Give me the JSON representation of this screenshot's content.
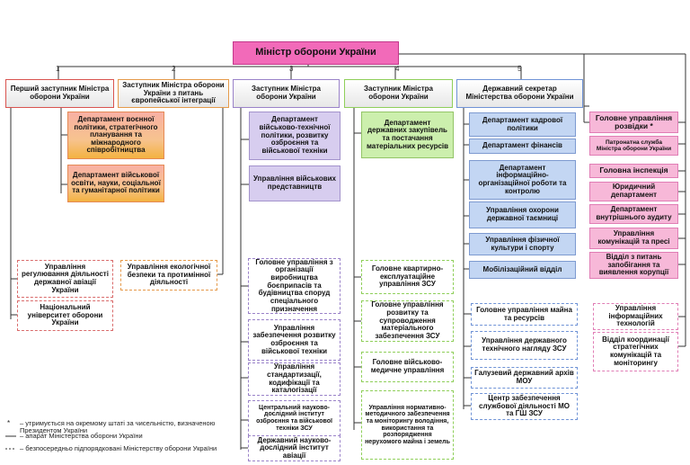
{
  "top": "Міністр оборони України",
  "branch_numbers": [
    "1",
    "2",
    "3",
    "4",
    "5"
  ],
  "deputies": [
    "Перший заступник Міністра оборони України",
    "Заступник Міністра оборони України з питань європейської інтеграції",
    "Заступник Міністра оборони України",
    "Заступник Міністра оборони України",
    "Державний секретар Міністерства оборони України"
  ],
  "col1": {
    "depts": [
      "Департамент воєнної політики, стратегічного планування та міжнародного співробітництва",
      "Департамент військової освіти, науки, соціальної та гуманітарної політики"
    ],
    "subs": [
      "Управління регулювання діяльності державної авіації України",
      "Національний університет оборони України"
    ]
  },
  "col2": {
    "subs": [
      "Управління екологічної безпеки та протимінної діяльності"
    ]
  },
  "col3": {
    "depts": [
      "Департамент військово-технічної політики, розвитку озброєння та військової техніки",
      "Управління військових представництв"
    ],
    "subs": [
      "Головне управління з організації виробництва боєприпасів та будівництва споруд спеціального призначення",
      "Управління забезпечення розвитку озброєння та військової техніки",
      "Управління стандартизації, кодифікації та каталогізації",
      "Центральний науково-дослідний інститут озброєння та військової техніки ЗСУ",
      "Державний науково-дослідний інститут авіації"
    ]
  },
  "col4": {
    "depts": [
      "Департамент державних закупівель та постачання матеріальних ресурсів"
    ],
    "subs": [
      "Головне квартирно-експлуатаційне управління ЗСУ",
      "Головне управління розвитку та супроводження матеріального забезпечення ЗСУ",
      "Головне військово-медичне управління",
      "Управління нормативно-методичного забезпечення та моніторингу володіння, використання та розпорядження нерухомого майна і земель"
    ]
  },
  "col5": {
    "depts": [
      "Департамент кадрової політики",
      "Департамент фінансів",
      "Департамент інформаційно-організаційної роботи та контролю",
      "Управління охорони державної таємниці",
      "Управління фізичної культури і спорту",
      "Мобілізаційний відділ"
    ],
    "subs": [
      "Головне управління майна та ресурсів",
      "Управління державного технічного нагляду ЗСУ",
      "Галузевий державний архів МОУ",
      "Центр забезпечення службової діяльності МО та ГШ ЗСУ"
    ]
  },
  "col6": {
    "depts": [
      "Головне управління розвідки *",
      "Патронатна служба Міністра оборони України",
      "Головна інспекція",
      "Юридичний департамент",
      "Департамент внутрішнього аудиту",
      "Управління комунікацій та пресі",
      "Відділ з питань запобігання та виявлення корупції"
    ],
    "subs": [
      "Управління інформаційних технологій",
      "Відділ координації стратегічних комунікацій та моніторингу"
    ]
  },
  "legend": {
    "items": [
      {
        "symbol": "*",
        "text": "– утримується на окремому штаті за чисельністю, визначеною Президентом України"
      },
      {
        "symbol": "—",
        "text": "– апарат Міністерства оборони України"
      },
      {
        "symbol": "---",
        "text": "– безпосередньо підпорядковані Міністерству оборони України"
      }
    ]
  },
  "colors": {
    "top": "#f26ab9",
    "red_dept": "#f6a3a3",
    "orange_dept": "#f3b240",
    "purple_dept": "#d7cdef",
    "green_dept": "#ccefad",
    "blue_dept": "#c3d6f3",
    "pink_dept": "#f7b8d8",
    "line": "#333333"
  }
}
